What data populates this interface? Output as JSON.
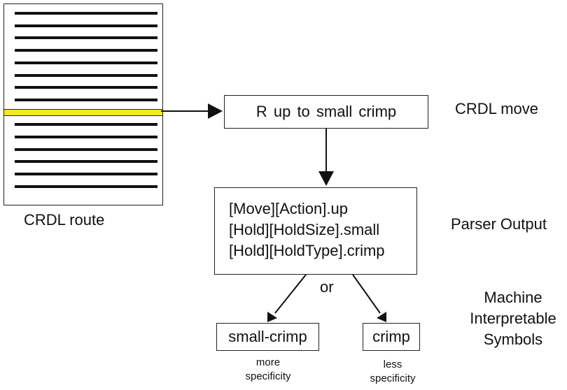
{
  "route": {
    "label": "CRDL route",
    "line_count": 15,
    "highlighted_line_index": 8,
    "highlight_color": "#f2ec1a"
  },
  "move": {
    "text": "R up to small crimp",
    "side_label": "CRDL move"
  },
  "parser": {
    "lines": [
      "[Move][Action].up",
      "[Hold][HoldSize].small",
      "[Hold][HoldType].crimp"
    ],
    "side_label": "Parser Output"
  },
  "connector": "or",
  "symbols": {
    "side_label_lines": [
      "Machine",
      "Interpretable",
      "Symbols"
    ],
    "left": {
      "text": "small-crimp",
      "caption_lines": [
        "more",
        "specificity"
      ]
    },
    "right": {
      "text": "crimp",
      "caption_lines": [
        "less",
        "specificity"
      ]
    }
  }
}
